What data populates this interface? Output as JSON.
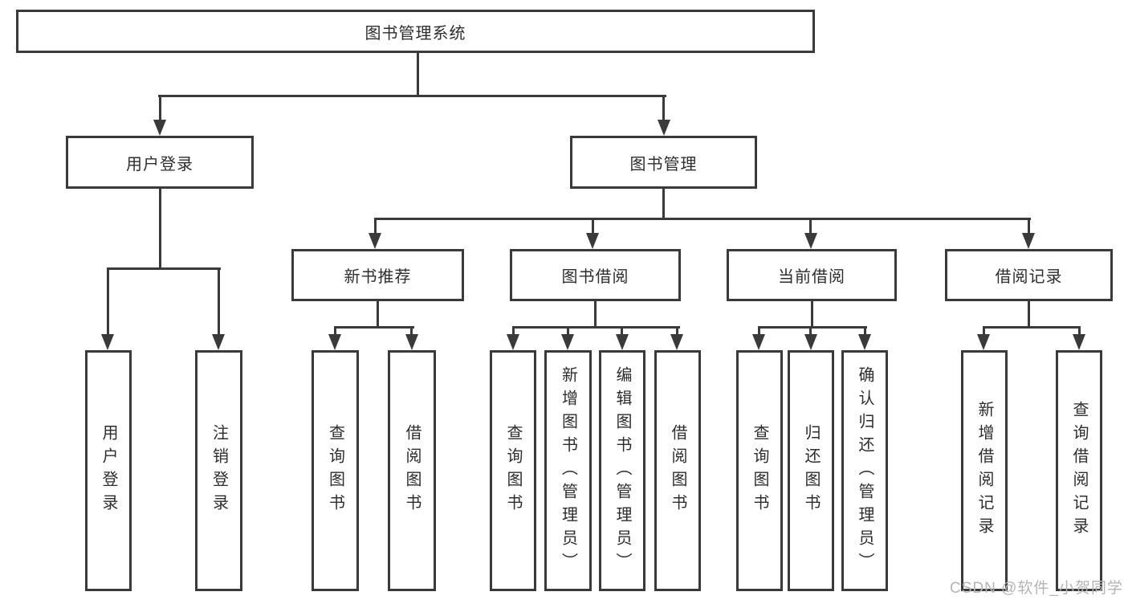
{
  "diagram": {
    "root": {
      "label": "图书管理系统"
    },
    "level2": [
      {
        "label": "用户登录"
      },
      {
        "label": "图书管理"
      }
    ],
    "level3": [
      {
        "label": "新书推荐"
      },
      {
        "label": "图书借阅"
      },
      {
        "label": "当前借阅"
      },
      {
        "label": "借阅记录"
      }
    ],
    "leaves": [
      {
        "label": "用户登录"
      },
      {
        "label": "注销登录"
      },
      {
        "label": "查询图书"
      },
      {
        "label": "借阅图书"
      },
      {
        "label": "查询图书"
      },
      {
        "label": "新增图书（管理员）"
      },
      {
        "label": "编辑图书（管理员）"
      },
      {
        "label": "借阅图书"
      },
      {
        "label": "查询图书"
      },
      {
        "label": "归还图书"
      },
      {
        "label": "确认归还（管理员）"
      },
      {
        "label": "新增借阅记录"
      },
      {
        "label": "查询借阅记录"
      }
    ]
  },
  "watermark": {
    "text": "CSDN @软件_小贺同学"
  },
  "colors": {
    "line": "#3a3a3a",
    "text": "#2d2d2d",
    "watermark": "#b4b4b4",
    "background": "#ffffff"
  }
}
